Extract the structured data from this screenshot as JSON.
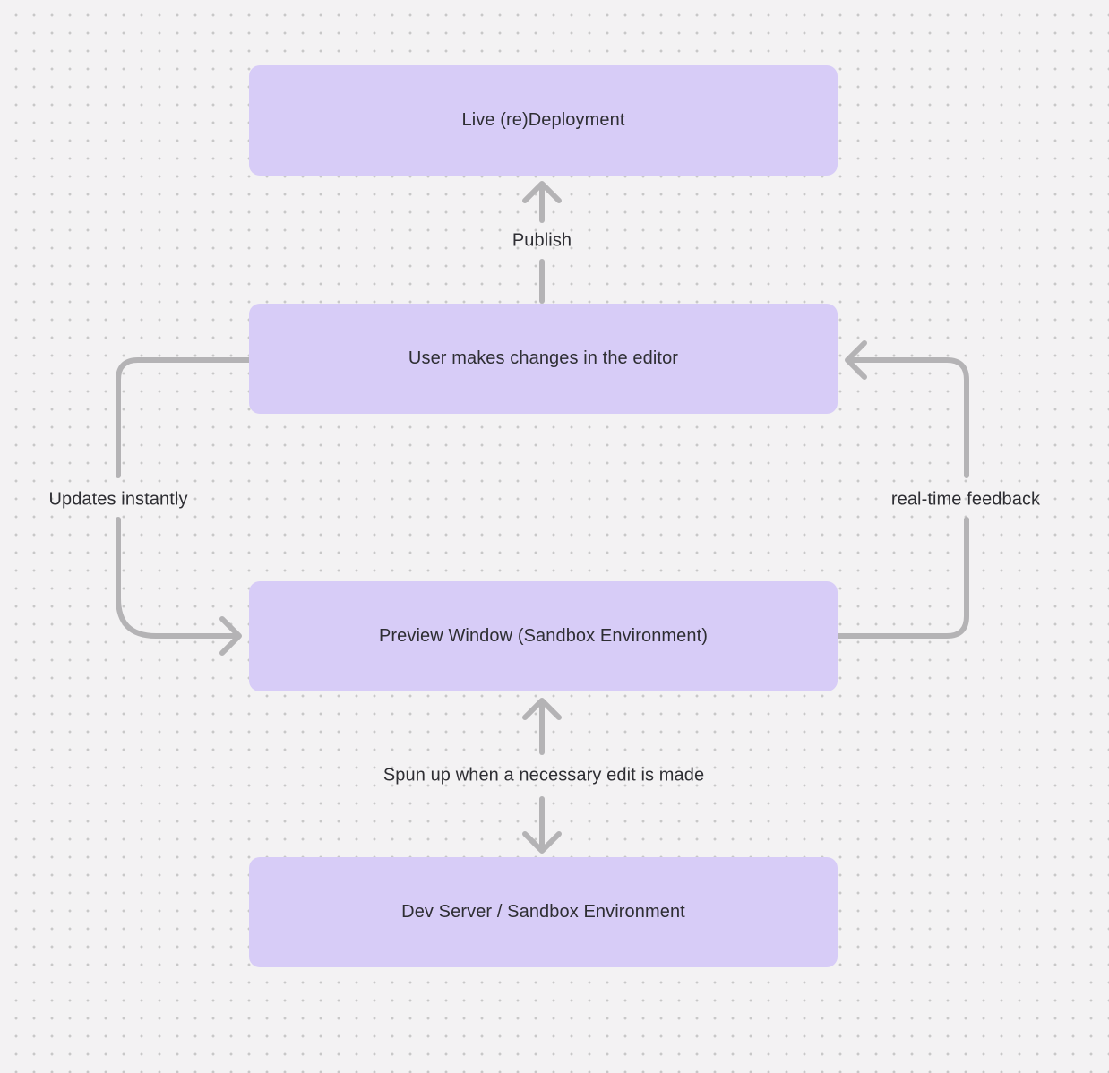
{
  "canvas": {
    "colors": {
      "background": "#F3F2F3",
      "dot": "#C8C8C8",
      "node-fill": "#D7CCF7",
      "arrow": "#B4B3B5",
      "text": "#2E2E33"
    }
  },
  "diagram": {
    "nodes": [
      {
        "id": "live-deployment",
        "label": "Live (re)Deployment"
      },
      {
        "id": "editor",
        "label": "User makes changes in the editor"
      },
      {
        "id": "preview-window",
        "label": "Preview Window (Sandbox Environment)"
      },
      {
        "id": "dev-server",
        "label": "Dev Server / Sandbox Environment"
      }
    ],
    "edges": [
      {
        "id": "publish",
        "label": "Publish",
        "from": "editor",
        "to": "live-deployment",
        "direction": "up"
      },
      {
        "id": "updates-instantly",
        "label": "Updates instantly",
        "from": "editor",
        "to": "preview-window",
        "direction": "left-loop-down"
      },
      {
        "id": "real-time-feedback",
        "label": "real-time feedback",
        "from": "preview-window",
        "to": "editor",
        "direction": "right-loop-up"
      },
      {
        "id": "spun-up",
        "label": "Spun up when a necessary edit is made",
        "from": "dev-server",
        "to": "preview-window",
        "direction": "bidirectional-vertical"
      }
    ]
  }
}
